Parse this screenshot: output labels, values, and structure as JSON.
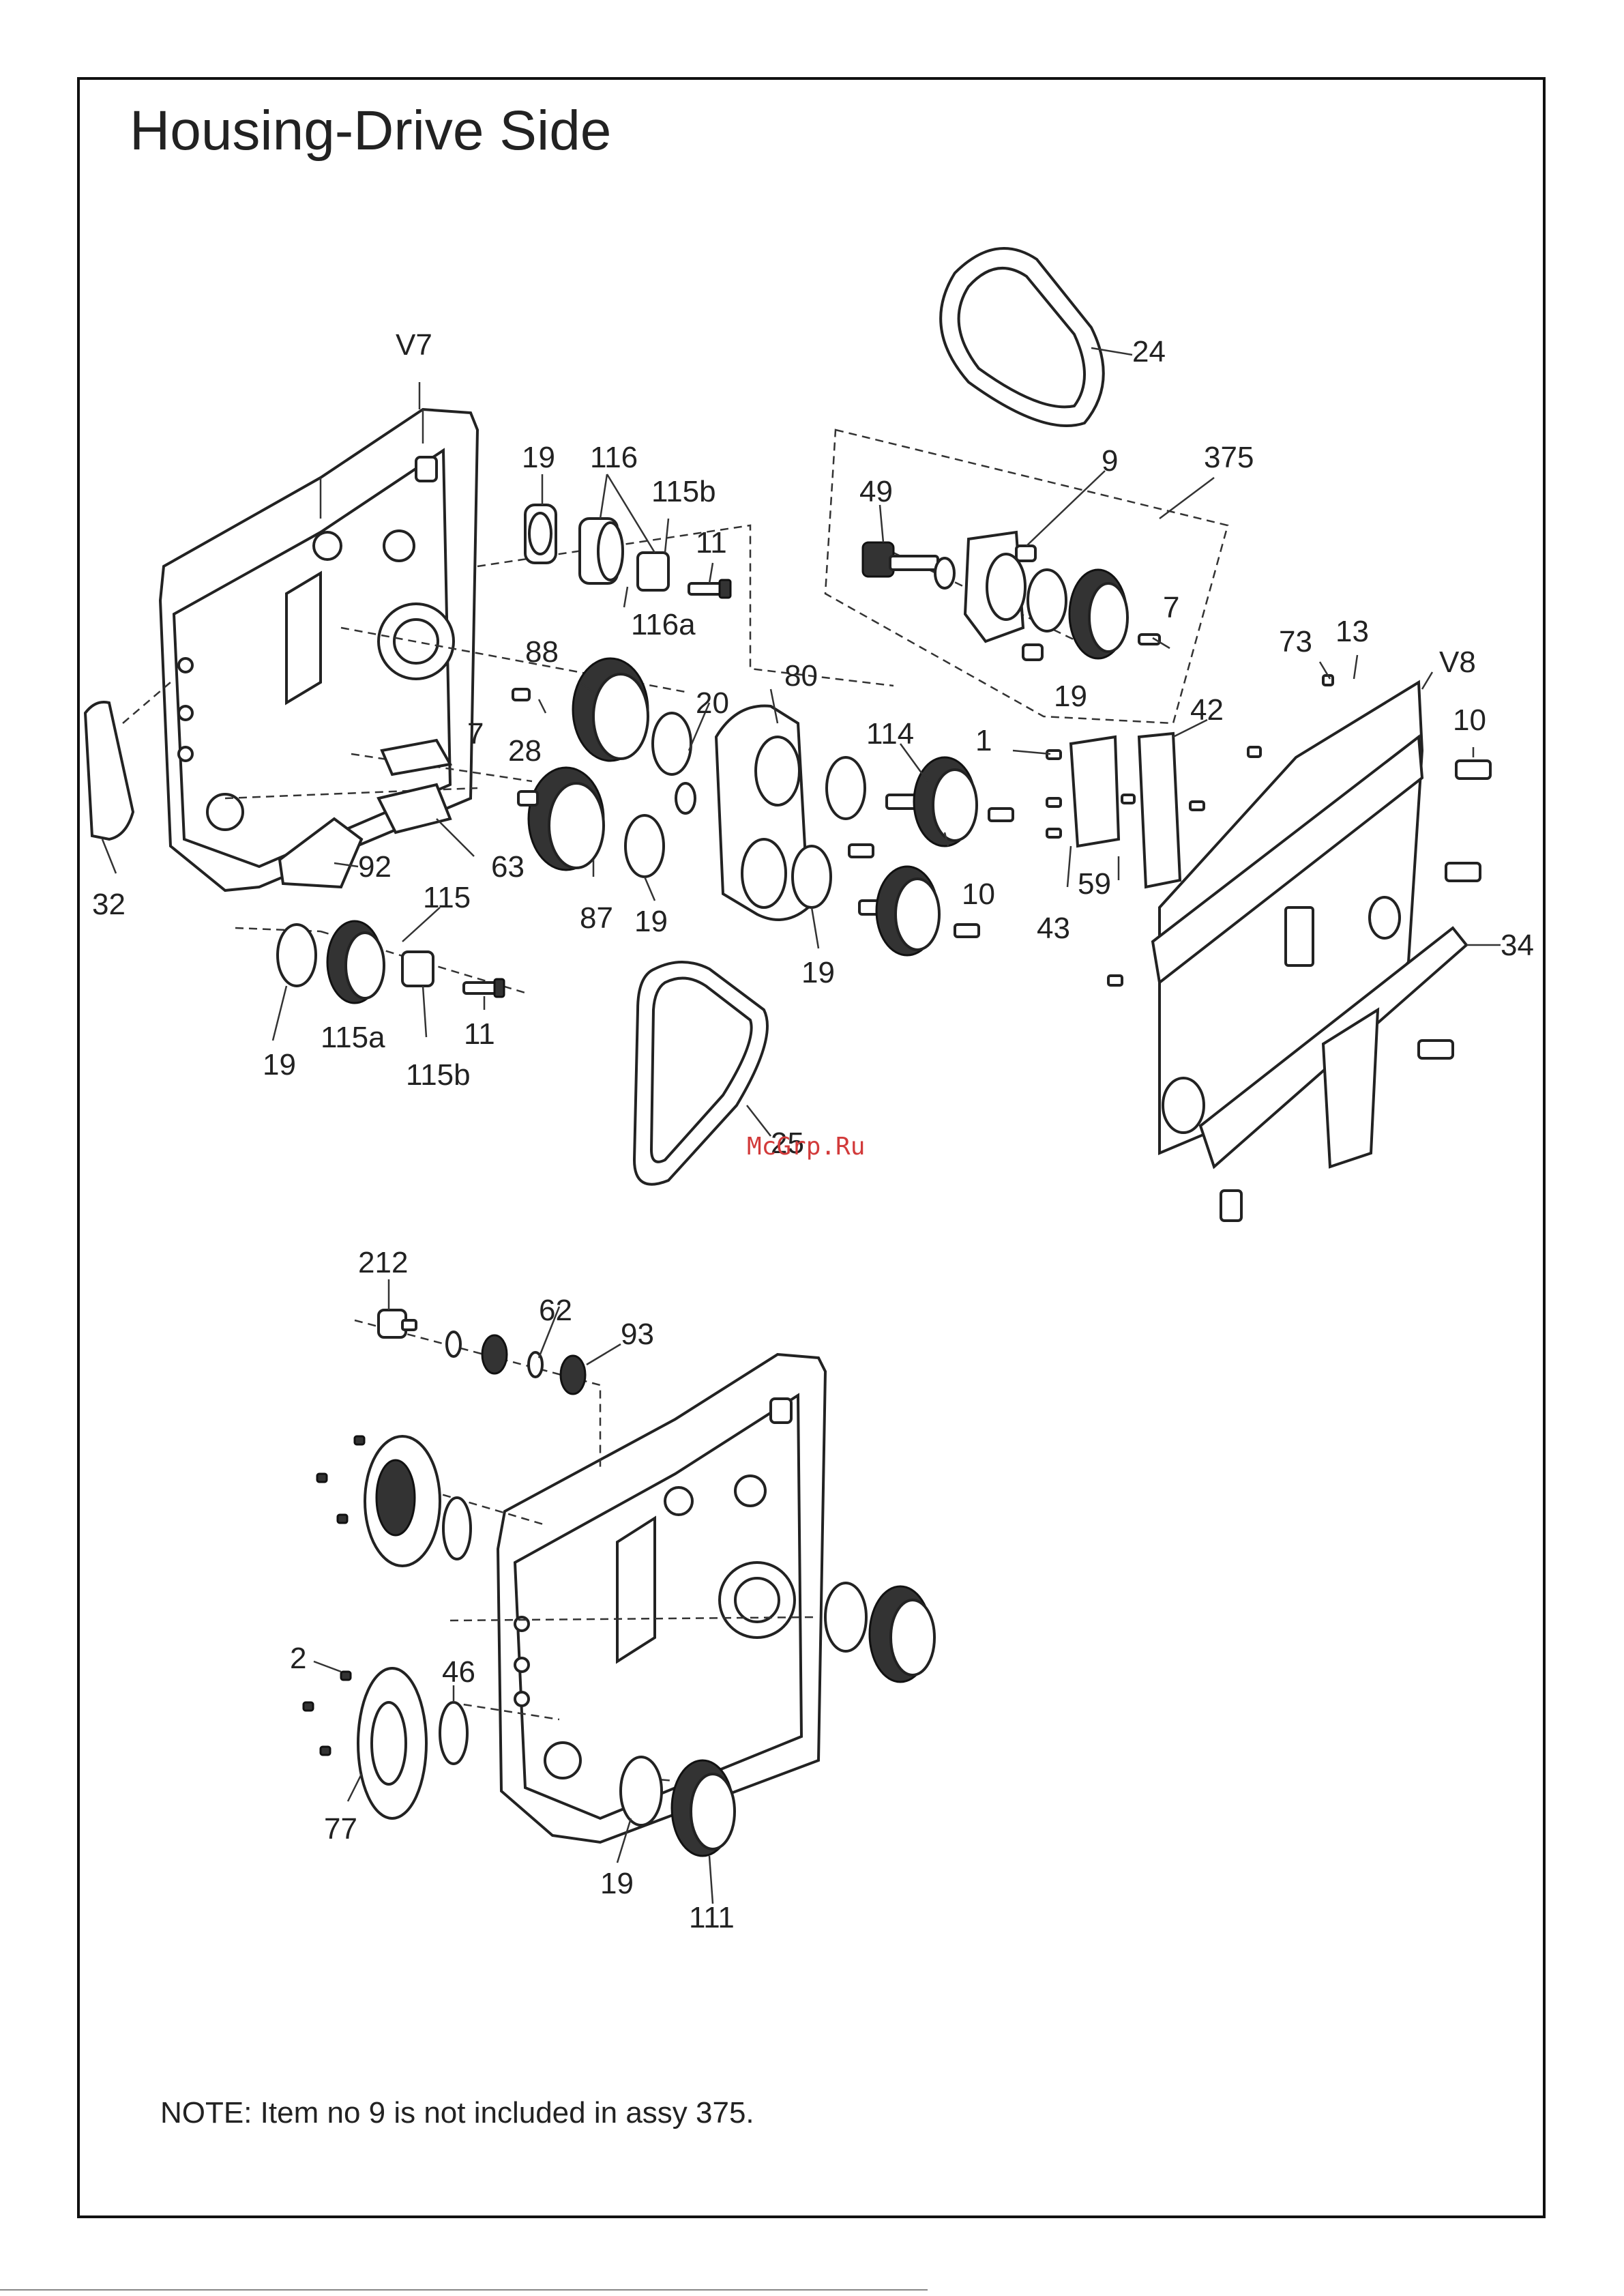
{
  "title": "Housing-Drive Side",
  "note": "NOTE: Item no 9 is not included in assy 375.",
  "watermark": "McGrp.Ru",
  "labels": {
    "V7": "V7",
    "V8": "V8",
    "p19": "19",
    "p116": "116",
    "p115b": "115b",
    "p11": "11",
    "p116a": "116a",
    "p49": "49",
    "p9": "9",
    "p375": "375",
    "p24": "24",
    "p7": "7",
    "p88": "88",
    "p28": "28",
    "p20": "20",
    "p80": "80",
    "p114": "114",
    "p1": "1",
    "p42": "42",
    "p73": "73",
    "p13": "13",
    "p10": "10",
    "p32": "32",
    "p92": "92",
    "p63": "63",
    "p87": "87",
    "p59": "59",
    "p43": "43",
    "p115": "115",
    "p115a": "115a",
    "p34": "34",
    "p25": "25",
    "p212": "212",
    "p62": "62",
    "p93": "93",
    "p2": "2",
    "p46": "46",
    "p77": "77",
    "p111": "111"
  }
}
